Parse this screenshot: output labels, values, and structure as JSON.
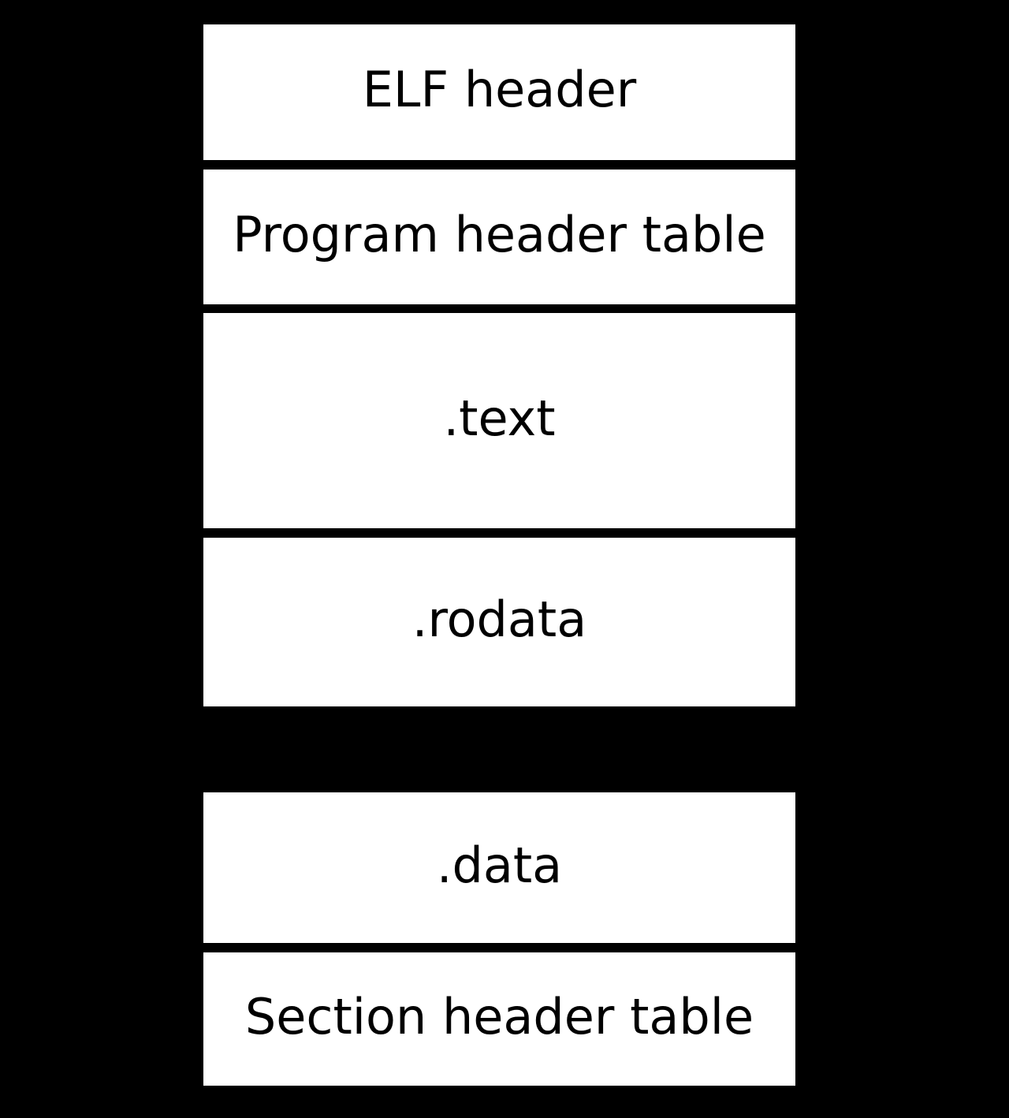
{
  "segments": [
    {
      "label": "ELF header"
    },
    {
      "label": "Program header table"
    },
    {
      "label": ".text"
    },
    {
      "label": ".rodata"
    },
    {
      "label": ".data"
    },
    {
      "label": "Section header table"
    }
  ],
  "colors": {
    "background": "#000000",
    "box_fill": "#ffffff",
    "text": "#000000"
  }
}
